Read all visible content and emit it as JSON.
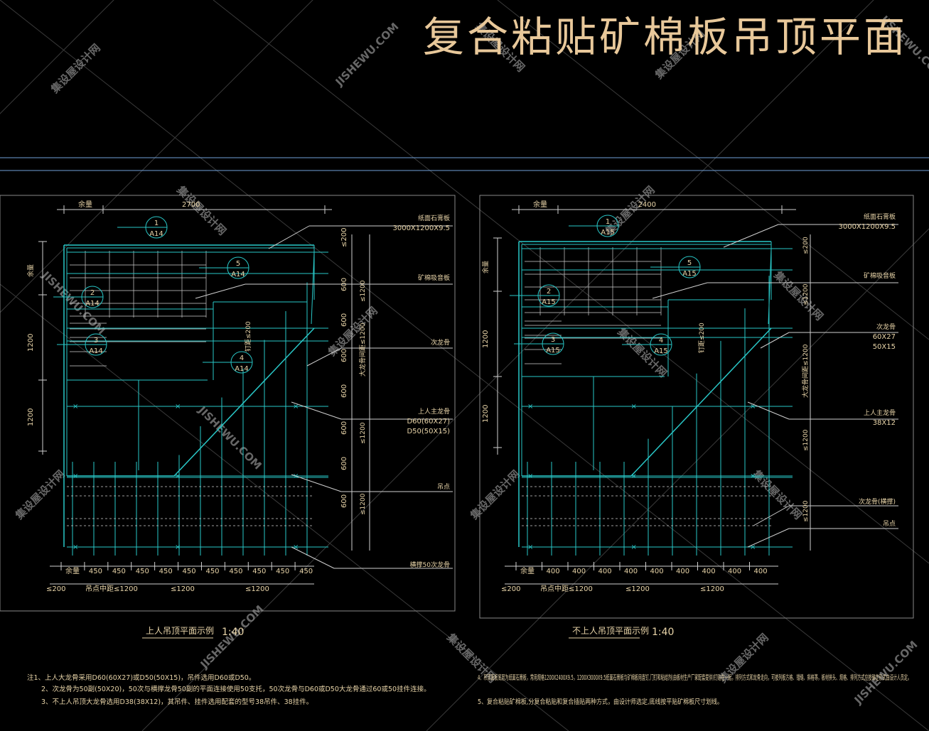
{
  "title": "复合粘贴矿棉板吊顶平面",
  "watermark": {
    "text_cn": "集设屋设计网",
    "text_en": "JISHEWU.COM"
  },
  "colors": {
    "background": "#000000",
    "line": "#29c7c7",
    "grid": "#cfcfcf",
    "text": "#e8d4a8",
    "title": "#e8c89a",
    "watermark": "#8a8a8a",
    "divider": "#6fa0d8"
  },
  "left_plan": {
    "caption": "上人吊顶平面示例",
    "scale": "1:40",
    "top_dim_prefix": "余量",
    "top_dim": "2700",
    "left_dims": [
      "余量",
      "1200",
      "1200"
    ],
    "right_dims_inner": [
      "≤200",
      "600",
      "600",
      "600",
      "600",
      "600",
      "600",
      "600"
    ],
    "right_dims_outer": [
      "≤1200",
      "大龙骨间距≤1200",
      "≤1200",
      "≤1200"
    ],
    "hanger_label": "钉距≤200",
    "bottom_dims": [
      "余量",
      "450",
      "450",
      "450",
      "450",
      "450",
      "450",
      "450",
      "450",
      "450",
      "450"
    ],
    "bottom_dims2": [
      "≤200",
      "吊点中距≤1200",
      "≤1200",
      "≤1200"
    ],
    "callouts": [
      {
        "num": "1",
        "ref": "A14"
      },
      {
        "num": "2",
        "ref": "A14"
      },
      {
        "num": "3",
        "ref": "A14"
      },
      {
        "num": "4",
        "ref": "A14"
      },
      {
        "num": "5",
        "ref": "A14"
      }
    ],
    "notes": [
      {
        "label": "纸面石膏板",
        "sub": "3000X1200X9.5"
      },
      {
        "label": "矿棉吸音板",
        "sub": ""
      },
      {
        "label": "次龙骨",
        "sub": ""
      },
      {
        "label": "上人主龙骨",
        "sub": "D60(60X27)",
        "sub2": "D50(50X15)"
      },
      {
        "label": "吊点",
        "sub": ""
      },
      {
        "label": "横撑50次龙骨",
        "sub": ""
      }
    ]
  },
  "right_plan": {
    "caption": "不上人吊顶平面示例",
    "scale": "1:40",
    "top_dim_prefix": "余量",
    "top_dim": "2400",
    "left_dims": [
      "余量",
      "1200",
      "1200"
    ],
    "right_dims": [
      "≤200",
      "≤1200",
      "大龙骨间距≤1200",
      "≤1200",
      "≤1200"
    ],
    "hanger_label": "钉距≤200",
    "bottom_dims": [
      "余量",
      "400",
      "400",
      "400",
      "400",
      "400",
      "400",
      "400",
      "400",
      "400"
    ],
    "bottom_dims2": [
      "≤200",
      "吊点中距≤1200",
      "≤1200",
      "≤1200"
    ],
    "callouts": [
      {
        "num": "1",
        "ref": "A15"
      },
      {
        "num": "2",
        "ref": "A15"
      },
      {
        "num": "3",
        "ref": "A15"
      },
      {
        "num": "4",
        "ref": "A15"
      },
      {
        "num": "5",
        "ref": "A15"
      }
    ],
    "notes": [
      {
        "label": "纸面石膏板",
        "sub": "3000X1200X9.5"
      },
      {
        "label": "矿棉吸音板",
        "sub": ""
      },
      {
        "label": "次龙骨",
        "sub": "60X27",
        "sub2": "50X15"
      },
      {
        "label": "上人主龙骨",
        "sub": "38X12"
      },
      {
        "label": "次龙骨(横撑)",
        "sub": ""
      },
      {
        "label": "吊点",
        "sub": ""
      }
    ]
  },
  "footnotes": {
    "left": [
      "注1、上人大龙骨采用D60(60X27)或D50(50X15)，吊件选用D60或D50。",
      "2、次龙骨为50副(50X20)，50次与横撑龙骨50副的平面连接使用50支托，50次龙骨与D60或D50大龙骨通过60或50挂件连接。",
      "3、不上人吊顶大龙骨选用D38(38X12)，其吊件、挂件选用配套的型号38吊件、38挂件。"
    ],
    "right": [
      "4、吊顶面板底层为纸面石膏板，常用规格1200X2400X9.5，1200X3000X9.5纸面石膏板与矿棉板用直钉,门钉和粘结剂(由板材生产厂家配套提供)钉贴在一起，排列方式和龙骨走向，可按列板方格、错缝、斜格等，板材拼头、规格、排列方式应按确定形式由设计人员定。",
      "5、复合粘贴矿棉板,分复合粘贴和复合插贴两种方式，由设计师选定,底线按平贴矿棉板尺寸划线。"
    ]
  }
}
